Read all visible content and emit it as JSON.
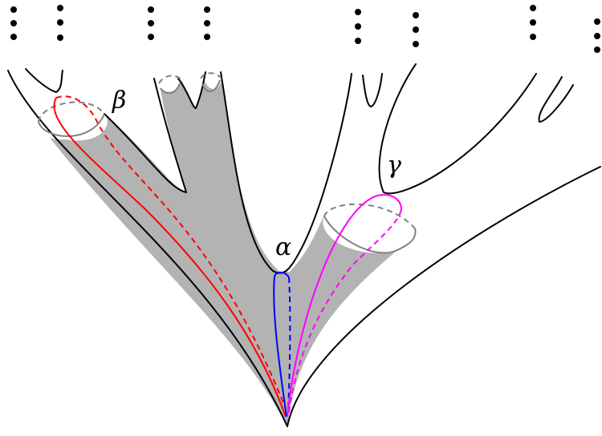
{
  "labels": {
    "alpha": "α",
    "beta": "β",
    "gamma": "γ"
  },
  "colors": {
    "outline": "#000000",
    "shaded_region": "#b3b3b3",
    "cuff_hidden": "#808080",
    "cuff_visible": "#808080",
    "alpha_curve": "#0000ff",
    "beta_curve": "#ff0000",
    "gamma_curve": "#ff00ff",
    "background": "#ffffff"
  },
  "description_elements": {
    "ellipsis_columns": 8,
    "dots_per_column": 3
  }
}
